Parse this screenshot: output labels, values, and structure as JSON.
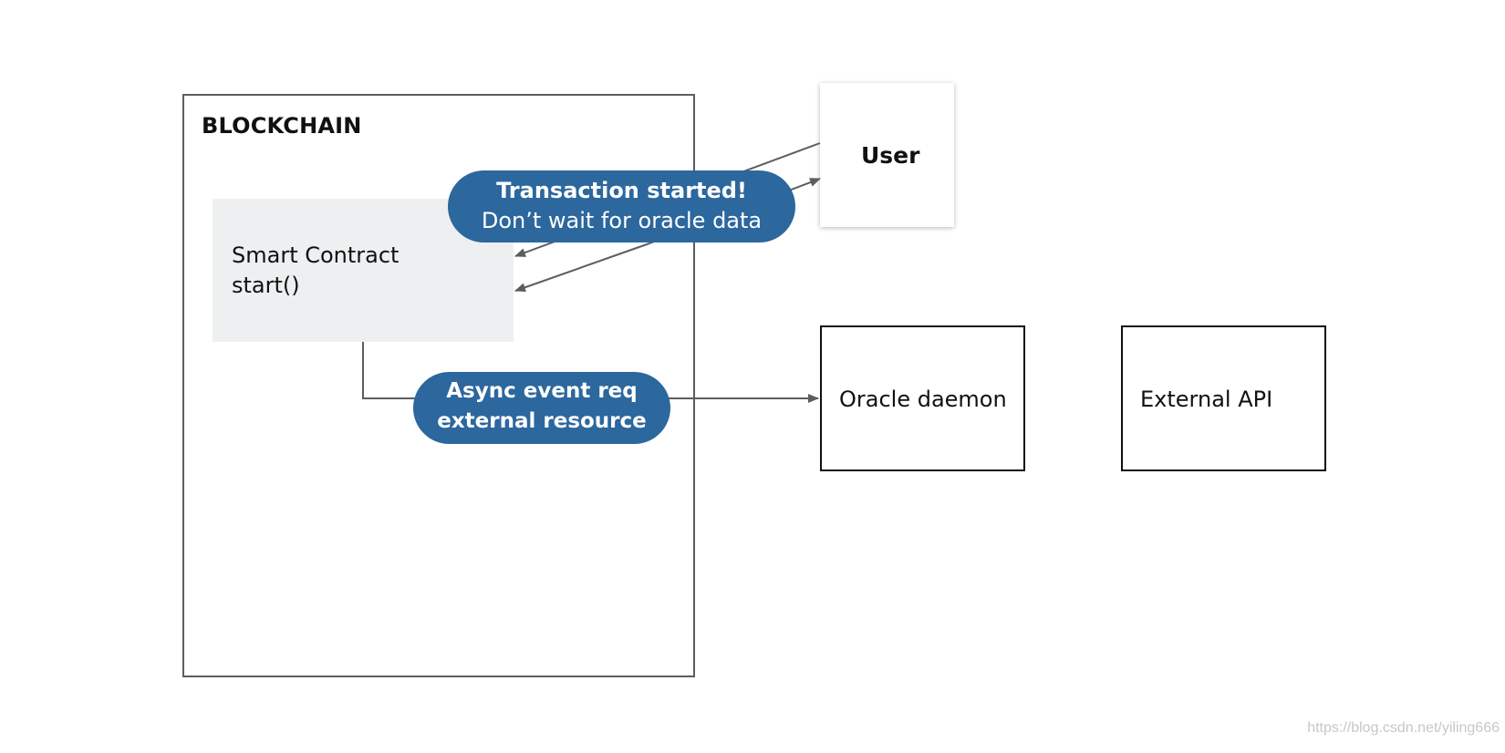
{
  "diagram": {
    "blockchain": {
      "title": "BLOCKCHAIN"
    },
    "smart_contract": {
      "name": "Smart Contract",
      "method": "start()"
    },
    "user": {
      "label": "User"
    },
    "oracle_daemon": {
      "label": "Oracle daemon"
    },
    "external_api": {
      "label": "External API"
    },
    "transaction_callout": {
      "title": "Transaction started!",
      "subtitle": "Don’t wait for oracle data"
    },
    "async_callout": {
      "line1": "Async event req",
      "line2": "external resource"
    },
    "watermark": "https://blog.csdn.net/yiling666"
  },
  "colors": {
    "callout_fill": "#2c679d",
    "contract_fill": "#eeeff0",
    "connector": "#5d5d5d"
  }
}
